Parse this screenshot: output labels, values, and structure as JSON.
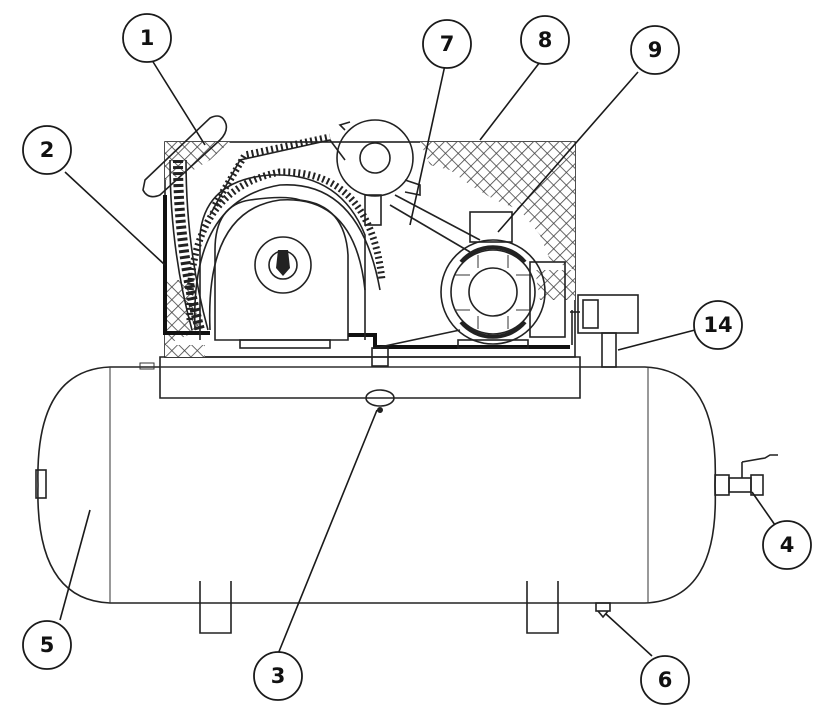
{
  "diagram": {
    "callouts": [
      {
        "id": "c1",
        "label": "1"
      },
      {
        "id": "c2",
        "label": "2"
      },
      {
        "id": "c3",
        "label": "3"
      },
      {
        "id": "c4",
        "label": "4"
      },
      {
        "id": "c5",
        "label": "5"
      },
      {
        "id": "c6",
        "label": "6"
      },
      {
        "id": "c7",
        "label": "7"
      },
      {
        "id": "c8",
        "label": "8"
      },
      {
        "id": "c9",
        "label": "9"
      },
      {
        "id": "c14",
        "label": "14"
      }
    ]
  },
  "colors": {
    "line": "#1a1a1a",
    "hatch": "#444444",
    "background": "#ffffff"
  },
  "icons": [
    "air-tank",
    "compressor-pump",
    "electric-motor",
    "belt-guard",
    "flywheel",
    "service-valve",
    "drain-valve",
    "pressure-switch"
  ]
}
